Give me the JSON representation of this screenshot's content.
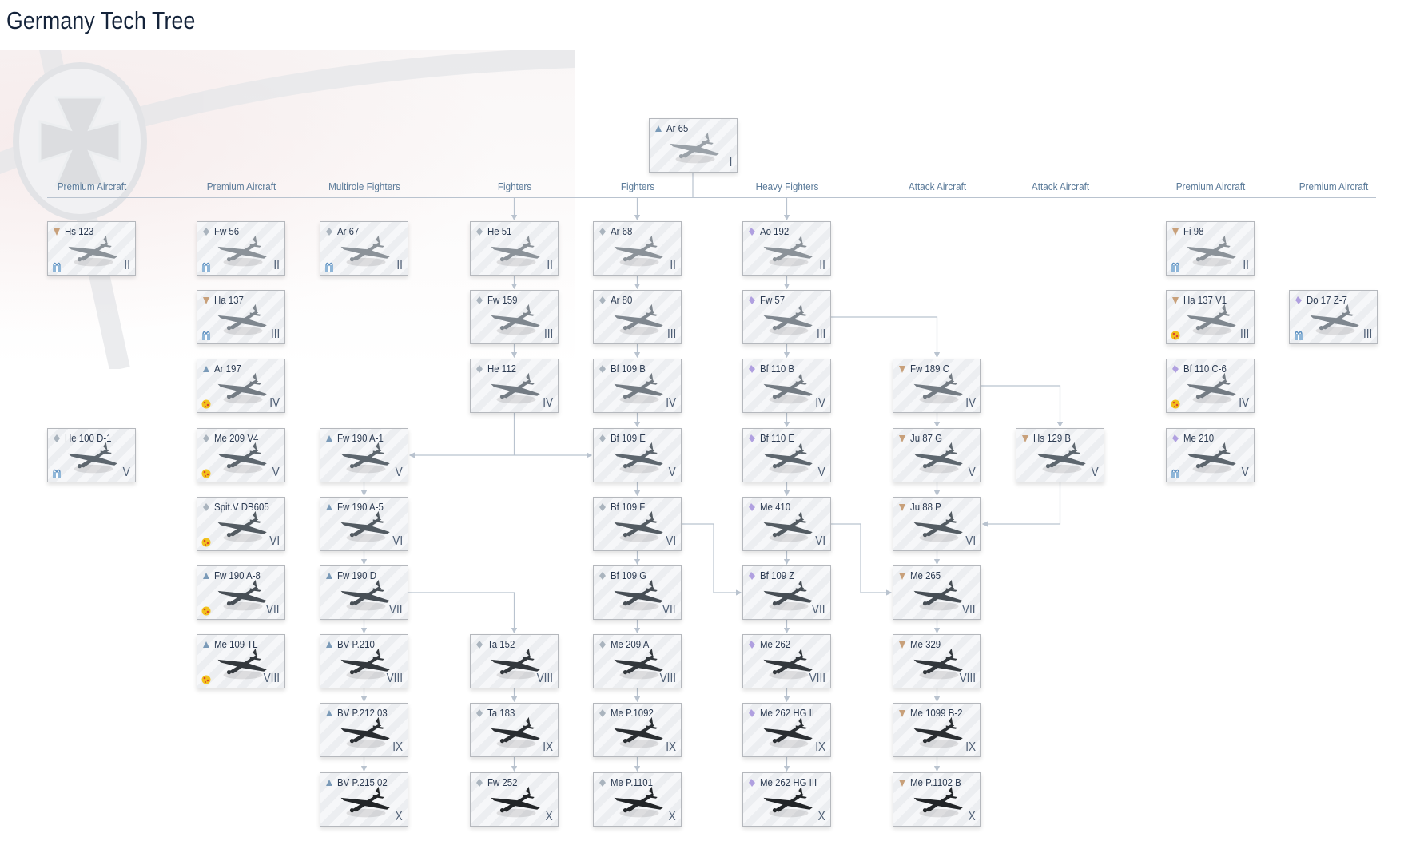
{
  "page": {
    "title": "Germany Tech Tree"
  },
  "columns": [
    "Premium Aircraft",
    "Premium Aircraft",
    "Multirole Fighters",
    "Fighters",
    "Fighters",
    "Heavy Fighters",
    "Attack Aircraft",
    "Attack Aircraft",
    "Premium Aircraft",
    "Premium Aircraft"
  ],
  "colors": {
    "accent": "#5a7a99",
    "premium": "#c8a07a",
    "standard": "#aab4be",
    "multirole": "#7a9ab8",
    "heavy": "#b0a0e0",
    "gift": "#5b8fc0",
    "coin": "#f2c21b"
  },
  "root": {
    "name": "Ar 65",
    "tier": "I",
    "type": "multirole",
    "badge": ""
  },
  "aircraft": [
    {
      "col": 0,
      "row": 0,
      "name": "Hs 123",
      "tier": "II",
      "type": "premium",
      "badge": "gift"
    },
    {
      "col": 0,
      "row": 3,
      "name": "He 100 D-1",
      "tier": "V",
      "type": "standard",
      "badge": "gift"
    },
    {
      "col": 1,
      "row": 0,
      "name": "Fw 56",
      "tier": "II",
      "type": "standard",
      "badge": "gift"
    },
    {
      "col": 1,
      "row": 1,
      "name": "Ha 137",
      "tier": "III",
      "type": "premium",
      "badge": "gift"
    },
    {
      "col": 1,
      "row": 2,
      "name": "Ar 197",
      "tier": "IV",
      "type": "multirole",
      "badge": "coin"
    },
    {
      "col": 1,
      "row": 3,
      "name": "Me 209 V4",
      "tier": "V",
      "type": "standard",
      "badge": "coin"
    },
    {
      "col": 1,
      "row": 4,
      "name": "Spit.V DB605",
      "tier": "VI",
      "type": "standard",
      "badge": "coin"
    },
    {
      "col": 1,
      "row": 5,
      "name": "Fw 190 A-8",
      "tier": "VII",
      "type": "multirole",
      "badge": "coin"
    },
    {
      "col": 1,
      "row": 6,
      "name": "Me 109 TL",
      "tier": "VIII",
      "type": "multirole",
      "badge": "coin"
    },
    {
      "col": 2,
      "row": 0,
      "name": "Ar 67",
      "tier": "II",
      "type": "standard",
      "badge": "gift"
    },
    {
      "col": 2,
      "row": 3,
      "name": "Fw 190 A-1",
      "tier": "V",
      "type": "multirole",
      "badge": ""
    },
    {
      "col": 2,
      "row": 4,
      "name": "Fw 190 A-5",
      "tier": "VI",
      "type": "multirole",
      "badge": ""
    },
    {
      "col": 2,
      "row": 5,
      "name": "Fw 190 D",
      "tier": "VII",
      "type": "multirole",
      "badge": ""
    },
    {
      "col": 2,
      "row": 6,
      "name": "BV P.210",
      "tier": "VIII",
      "type": "multirole",
      "badge": ""
    },
    {
      "col": 2,
      "row": 7,
      "name": "BV P.212.03",
      "tier": "IX",
      "type": "multirole",
      "badge": ""
    },
    {
      "col": 2,
      "row": 8,
      "name": "BV P.215.02",
      "tier": "X",
      "type": "multirole",
      "badge": ""
    },
    {
      "col": 3,
      "row": 0,
      "name": "He 51",
      "tier": "II",
      "type": "standard",
      "badge": ""
    },
    {
      "col": 3,
      "row": 1,
      "name": "Fw 159",
      "tier": "III",
      "type": "standard",
      "badge": ""
    },
    {
      "col": 3,
      "row": 2,
      "name": "He 112",
      "tier": "IV",
      "type": "standard",
      "badge": ""
    },
    {
      "col": 3,
      "row": 6,
      "name": "Ta 152",
      "tier": "VIII",
      "type": "standard",
      "badge": ""
    },
    {
      "col": 3,
      "row": 7,
      "name": "Ta 183",
      "tier": "IX",
      "type": "standard",
      "badge": ""
    },
    {
      "col": 3,
      "row": 8,
      "name": "Fw 252",
      "tier": "X",
      "type": "standard",
      "badge": ""
    },
    {
      "col": 4,
      "row": 0,
      "name": "Ar 68",
      "tier": "II",
      "type": "standard",
      "badge": ""
    },
    {
      "col": 4,
      "row": 1,
      "name": "Ar 80",
      "tier": "III",
      "type": "standard",
      "badge": ""
    },
    {
      "col": 4,
      "row": 2,
      "name": "Bf 109 B",
      "tier": "IV",
      "type": "standard",
      "badge": ""
    },
    {
      "col": 4,
      "row": 3,
      "name": "Bf 109 E",
      "tier": "V",
      "type": "standard",
      "badge": ""
    },
    {
      "col": 4,
      "row": 4,
      "name": "Bf 109 F",
      "tier": "VI",
      "type": "standard",
      "badge": ""
    },
    {
      "col": 4,
      "row": 5,
      "name": "Bf 109 G",
      "tier": "VII",
      "type": "standard",
      "badge": ""
    },
    {
      "col": 4,
      "row": 6,
      "name": "Me 209 A",
      "tier": "VIII",
      "type": "standard",
      "badge": ""
    },
    {
      "col": 4,
      "row": 7,
      "name": "Me P.1092",
      "tier": "IX",
      "type": "standard",
      "badge": ""
    },
    {
      "col": 4,
      "row": 8,
      "name": "Me P.1101",
      "tier": "X",
      "type": "standard",
      "badge": ""
    },
    {
      "col": 5,
      "row": 0,
      "name": "Ao 192",
      "tier": "II",
      "type": "heavy",
      "badge": ""
    },
    {
      "col": 5,
      "row": 1,
      "name": "Fw 57",
      "tier": "III",
      "type": "heavy",
      "badge": ""
    },
    {
      "col": 5,
      "row": 2,
      "name": "Bf 110 B",
      "tier": "IV",
      "type": "heavy",
      "badge": ""
    },
    {
      "col": 5,
      "row": 3,
      "name": "Bf 110 E",
      "tier": "V",
      "type": "heavy",
      "badge": ""
    },
    {
      "col": 5,
      "row": 4,
      "name": "Me 410",
      "tier": "VI",
      "type": "heavy",
      "badge": ""
    },
    {
      "col": 5,
      "row": 5,
      "name": "Bf 109 Z",
      "tier": "VII",
      "type": "heavy",
      "badge": ""
    },
    {
      "col": 5,
      "row": 6,
      "name": "Me 262",
      "tier": "VIII",
      "type": "heavy",
      "badge": ""
    },
    {
      "col": 5,
      "row": 7,
      "name": "Me 262 HG II",
      "tier": "IX",
      "type": "heavy",
      "badge": ""
    },
    {
      "col": 5,
      "row": 8,
      "name": "Me 262 HG III",
      "tier": "X",
      "type": "heavy",
      "badge": ""
    },
    {
      "col": 6,
      "row": 2,
      "name": "Fw 189 C",
      "tier": "IV",
      "type": "premium",
      "badge": ""
    },
    {
      "col": 6,
      "row": 3,
      "name": "Ju 87 G",
      "tier": "V",
      "type": "premium",
      "badge": ""
    },
    {
      "col": 6,
      "row": 4,
      "name": "Ju 88 P",
      "tier": "VI",
      "type": "premium",
      "badge": ""
    },
    {
      "col": 6,
      "row": 5,
      "name": "Me 265",
      "tier": "VII",
      "type": "premium",
      "badge": ""
    },
    {
      "col": 6,
      "row": 6,
      "name": "Me 329",
      "tier": "VIII",
      "type": "premium",
      "badge": ""
    },
    {
      "col": 6,
      "row": 7,
      "name": "Me 1099 B-2",
      "tier": "IX",
      "type": "premium",
      "badge": ""
    },
    {
      "col": 6,
      "row": 8,
      "name": "Me P.1102 B",
      "tier": "X",
      "type": "premium",
      "badge": ""
    },
    {
      "col": 7,
      "row": 3,
      "name": "Hs 129 B",
      "tier": "V",
      "type": "premium",
      "badge": ""
    },
    {
      "col": 8,
      "row": 0,
      "name": "Fi 98",
      "tier": "II",
      "type": "premium",
      "badge": "gift"
    },
    {
      "col": 8,
      "row": 1,
      "name": "Ha 137 V1",
      "tier": "III",
      "type": "premium",
      "badge": "coin"
    },
    {
      "col": 8,
      "row": 2,
      "name": "Bf 110 C-6",
      "tier": "IV",
      "type": "heavy",
      "badge": "coin"
    },
    {
      "col": 8,
      "row": 3,
      "name": "Me 210",
      "tier": "V",
      "type": "heavy",
      "badge": "gift"
    },
    {
      "col": 9,
      "row": 1,
      "name": "Do 17 Z-7",
      "tier": "III",
      "type": "heavy",
      "badge": "gift"
    }
  ]
}
